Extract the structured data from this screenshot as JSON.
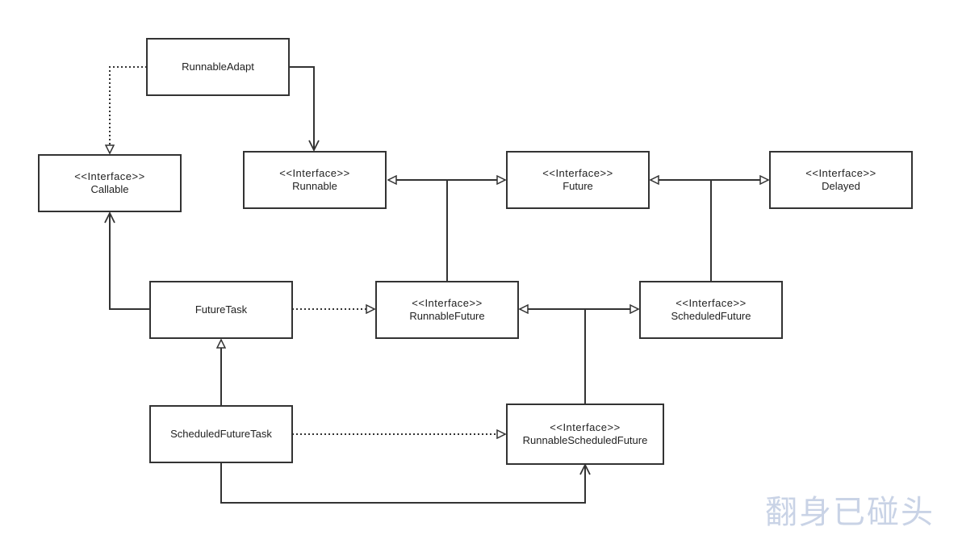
{
  "colors": {
    "line": "#333333",
    "watermark": "#c9d3e6"
  },
  "boxes": {
    "runnable_adapt": {
      "name": "RunnableAdapt"
    },
    "callable": {
      "stereotype": "<<Interface>>",
      "name": "Callable"
    },
    "runnable": {
      "stereotype": "<<Interface>>",
      "name": "Runnable"
    },
    "future": {
      "stereotype": "<<Interface>>",
      "name": "Future"
    },
    "delayed": {
      "stereotype": "<<Interface>>",
      "name": "Delayed"
    },
    "future_task": {
      "name": "FutureTask"
    },
    "runnable_future": {
      "stereotype": "<<Interface>>",
      "name": "RunnableFuture"
    },
    "scheduled_future": {
      "stereotype": "<<Interface>>",
      "name": "ScheduledFuture"
    },
    "scheduled_future_task": {
      "name": "ScheduledFutureTask"
    },
    "runnable_scheduled_future": {
      "stereotype": "<<Interface>>",
      "name": "RunnableScheduledFuture"
    }
  },
  "watermark": "翻身已碰头"
}
